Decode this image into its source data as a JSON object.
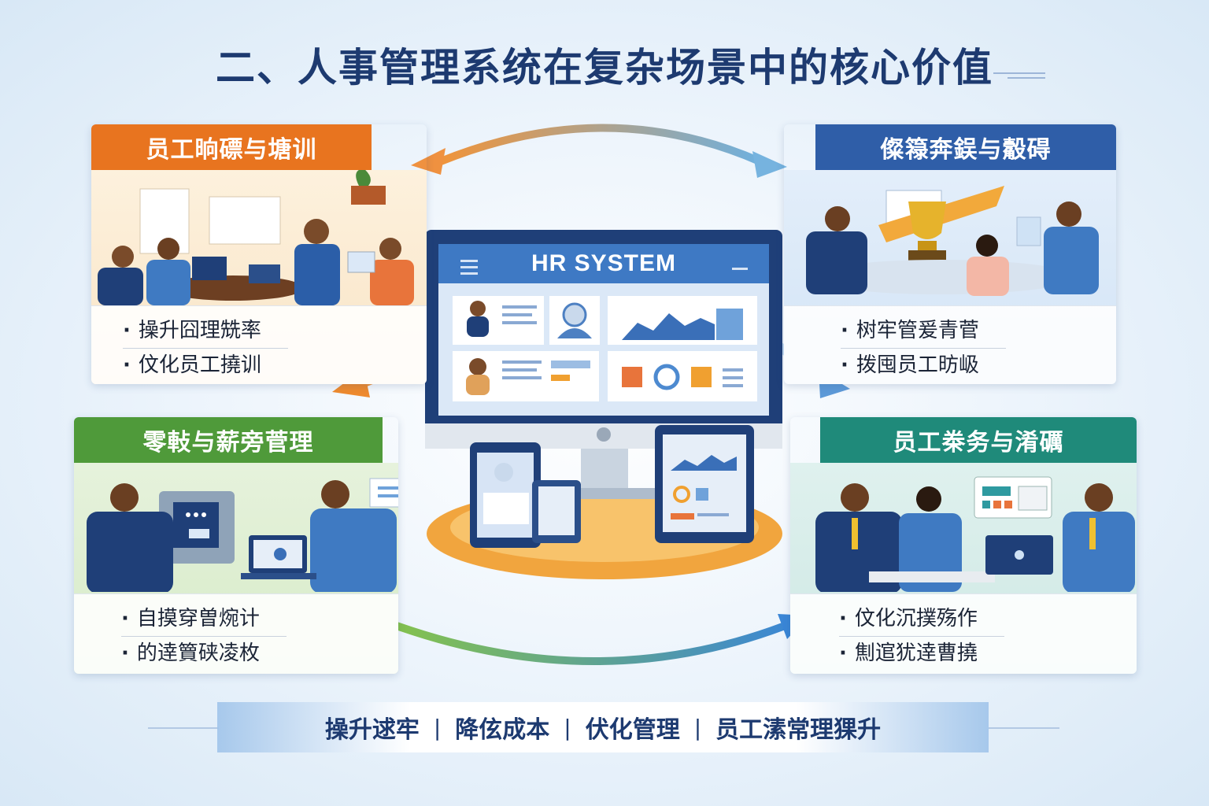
{
  "title": "二、人事管理系统在复杂场景中的核心价值",
  "center": {
    "screen_title": "HR SYSTEM"
  },
  "panels": {
    "top_left": {
      "heading": "员工晌磦与塘训",
      "items": [
        "操升囧理兟率",
        "伩化员工撓训"
      ],
      "color": "#e8741f"
    },
    "top_right": {
      "heading": "儏簶奔鋘与觳碍",
      "items": [
        "树牢管爰青菅",
        "拨囤员工昉岋"
      ],
      "color": "#2f5ea8"
    },
    "bottom_left": {
      "heading": "零軙与薪旁菅理",
      "items": [
        "自摸穿曽焥计",
        "的逹簤硖凌枚"
      ],
      "color": "#4f9a3a"
    },
    "bottom_right": {
      "heading": "员工桊务与淆礪",
      "items": [
        "伩化沉撲殇作",
        "劁逭犹逹曹撓"
      ],
      "color": "#1f8a7a"
    }
  },
  "footer": {
    "items": [
      "操升逑牢",
      "降伭成本",
      "伏化管理",
      "员工溸常理猓升"
    ],
    "separator": "|"
  }
}
